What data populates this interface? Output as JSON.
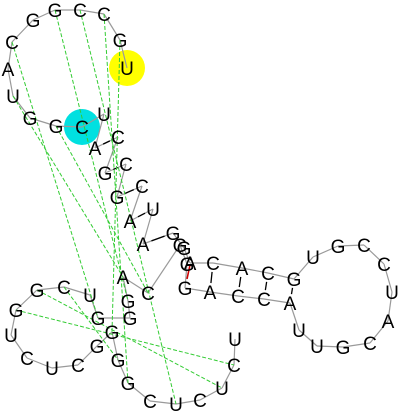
{
  "colors": {
    "backbone": "#9a9a9a",
    "pair": "#000000",
    "pseudoknot": "#33cc33",
    "highlight_primary": "#ffff00",
    "highlight_secondary": "#00e0e0",
    "mismatch_link": "#cc0000"
  },
  "sequence": [
    "U",
    "G",
    "C",
    "C",
    "G",
    "G",
    "C",
    "A",
    "U",
    "G",
    "G",
    "C",
    "U",
    "A",
    "C",
    "G",
    "C",
    "G",
    "C",
    "A",
    "U",
    "A",
    "G",
    "G",
    "A",
    "C",
    "A",
    "C",
    "G",
    "U",
    "G",
    "C",
    "C",
    "U",
    "A",
    "C",
    "G",
    "U",
    "U",
    "A",
    "C",
    "C",
    "A",
    "G",
    "G",
    "G",
    "C",
    "A",
    "G",
    "G",
    "G",
    "U",
    "C",
    "G",
    "G",
    "U",
    "C",
    "U",
    "C",
    "G",
    "G",
    "G",
    "G",
    "C",
    "U",
    "C",
    "U",
    "C",
    "U"
  ],
  "highlights": [
    {
      "nucleotide_index": 0,
      "color": "highlight_primary"
    },
    {
      "nucleotide_index": 11,
      "color": "highlight_secondary"
    }
  ]
}
